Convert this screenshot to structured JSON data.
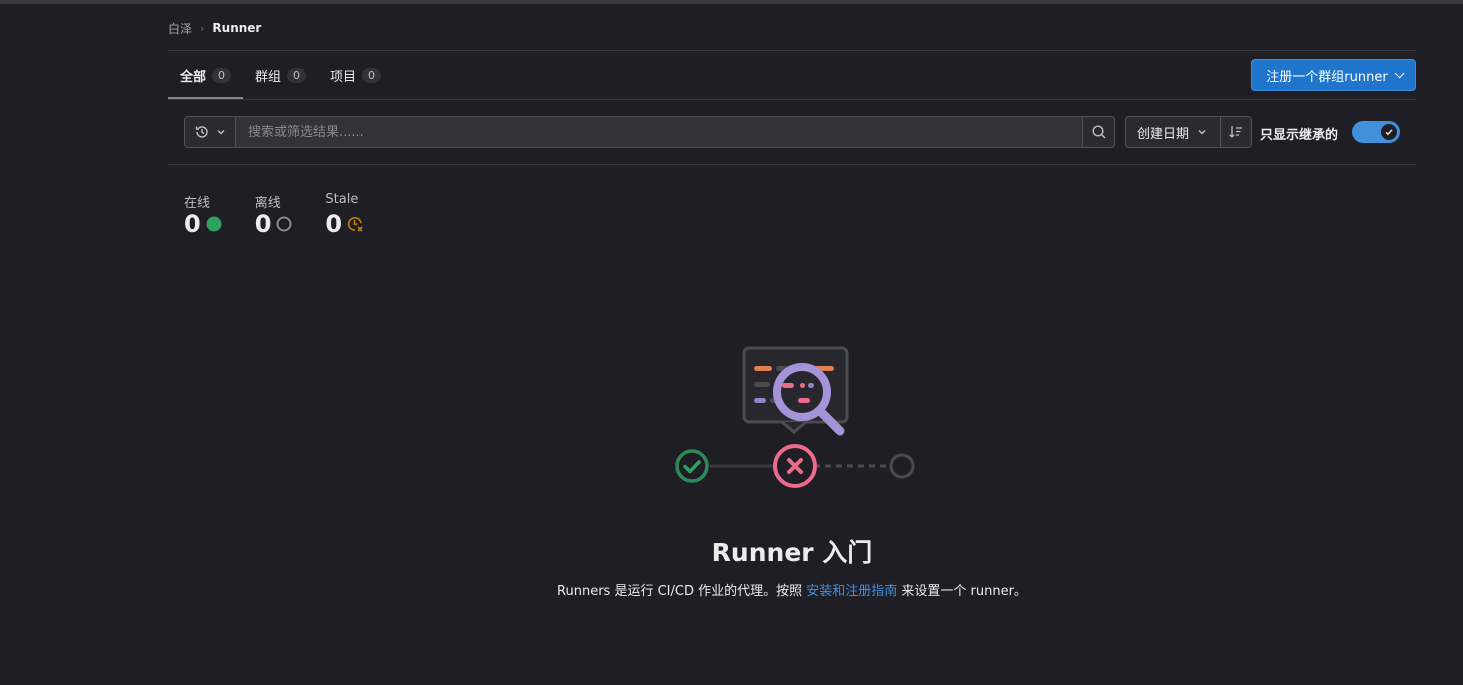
{
  "breadcrumb": {
    "parent": "白泽",
    "current": "Runner"
  },
  "tabs": [
    {
      "label": "全部",
      "count": "0",
      "active": true
    },
    {
      "label": "群组",
      "count": "0",
      "active": false
    },
    {
      "label": "项目",
      "count": "0",
      "active": false
    }
  ],
  "register_button": {
    "label": "注册一个群组runner"
  },
  "filter": {
    "placeholder": "搜索或筛选结果......"
  },
  "sort": {
    "selected": "创建日期"
  },
  "toggle": {
    "label": "只显示继承的",
    "on": true
  },
  "stats": {
    "online": {
      "label": "在线",
      "value": "0",
      "color": "#2da160"
    },
    "offline": {
      "label": "离线",
      "value": "0",
      "color": "#89888d"
    },
    "stale": {
      "label": "Stale",
      "value": "0",
      "color": "#c17d10"
    }
  },
  "empty_state": {
    "title": "Runner 入门",
    "desc_before": "Runners 是运行 CI/CD 作业的代理。按照 ",
    "link": "安装和注册指南",
    "desc_after": " 来设置一个 runner。"
  },
  "colors": {
    "accent": "#1f75cb",
    "link": "#428fdc",
    "background": "#1f1e24"
  }
}
